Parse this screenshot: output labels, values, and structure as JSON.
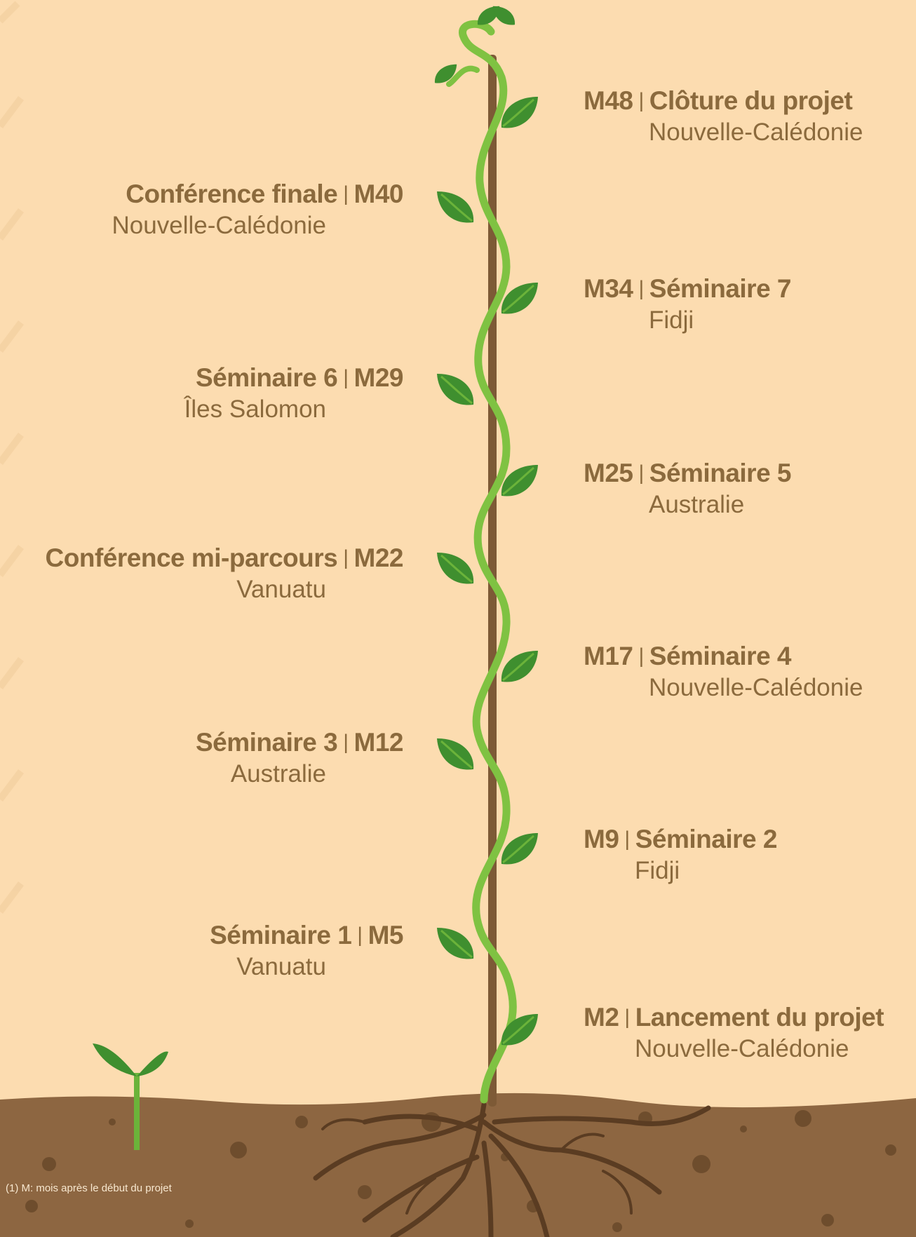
{
  "milestones": [
    {
      "side": "right",
      "month": "M48",
      "title": "Clôture du projet",
      "place": "Nouvelle-Calédonie"
    },
    {
      "side": "left",
      "month": "M40",
      "title": "Conférence finale",
      "place": "Nouvelle-Calédonie"
    },
    {
      "side": "right",
      "month": "M34",
      "title": "Séminaire 7",
      "place": "Fidji"
    },
    {
      "side": "left",
      "month": "M29",
      "title": "Séminaire 6",
      "place": "Îles Salomon"
    },
    {
      "side": "right",
      "month": "M25",
      "title": "Séminaire 5",
      "place": "Australie"
    },
    {
      "side": "left",
      "month": "M22",
      "title": "Conférence mi-parcours",
      "place": "Vanuatu"
    },
    {
      "side": "right",
      "month": "M17",
      "title": "Séminaire 4",
      "place": "Nouvelle-Calédonie"
    },
    {
      "side": "left",
      "month": "M12",
      "title": "Séminaire 3",
      "place": "Australie"
    },
    {
      "side": "right",
      "month": "M9",
      "title": "Séminaire 2",
      "place": "Fidji"
    },
    {
      "side": "left",
      "month": "M5",
      "title": "Séminaire 1",
      "place": "Vanuatu"
    },
    {
      "side": "right",
      "month": "M2",
      "title": "Lancement du projet",
      "place": "Nouvelle-Calédonie"
    }
  ],
  "separator": "|",
  "footnote": "(1) M: mois après le début du projet",
  "colors": {
    "background": "#fcdcb0",
    "text": "#8b6a3d",
    "soil": "#8d6641",
    "soil_dark": "#6b4a2c",
    "stake": "#7d5a36",
    "vine": "#7fc242",
    "leaf": "#3f8f2f",
    "leaf_light": "#6bb33a"
  },
  "icons": [
    "leaf-icon",
    "sprout-icon",
    "root-icon",
    "vine-icon"
  ]
}
